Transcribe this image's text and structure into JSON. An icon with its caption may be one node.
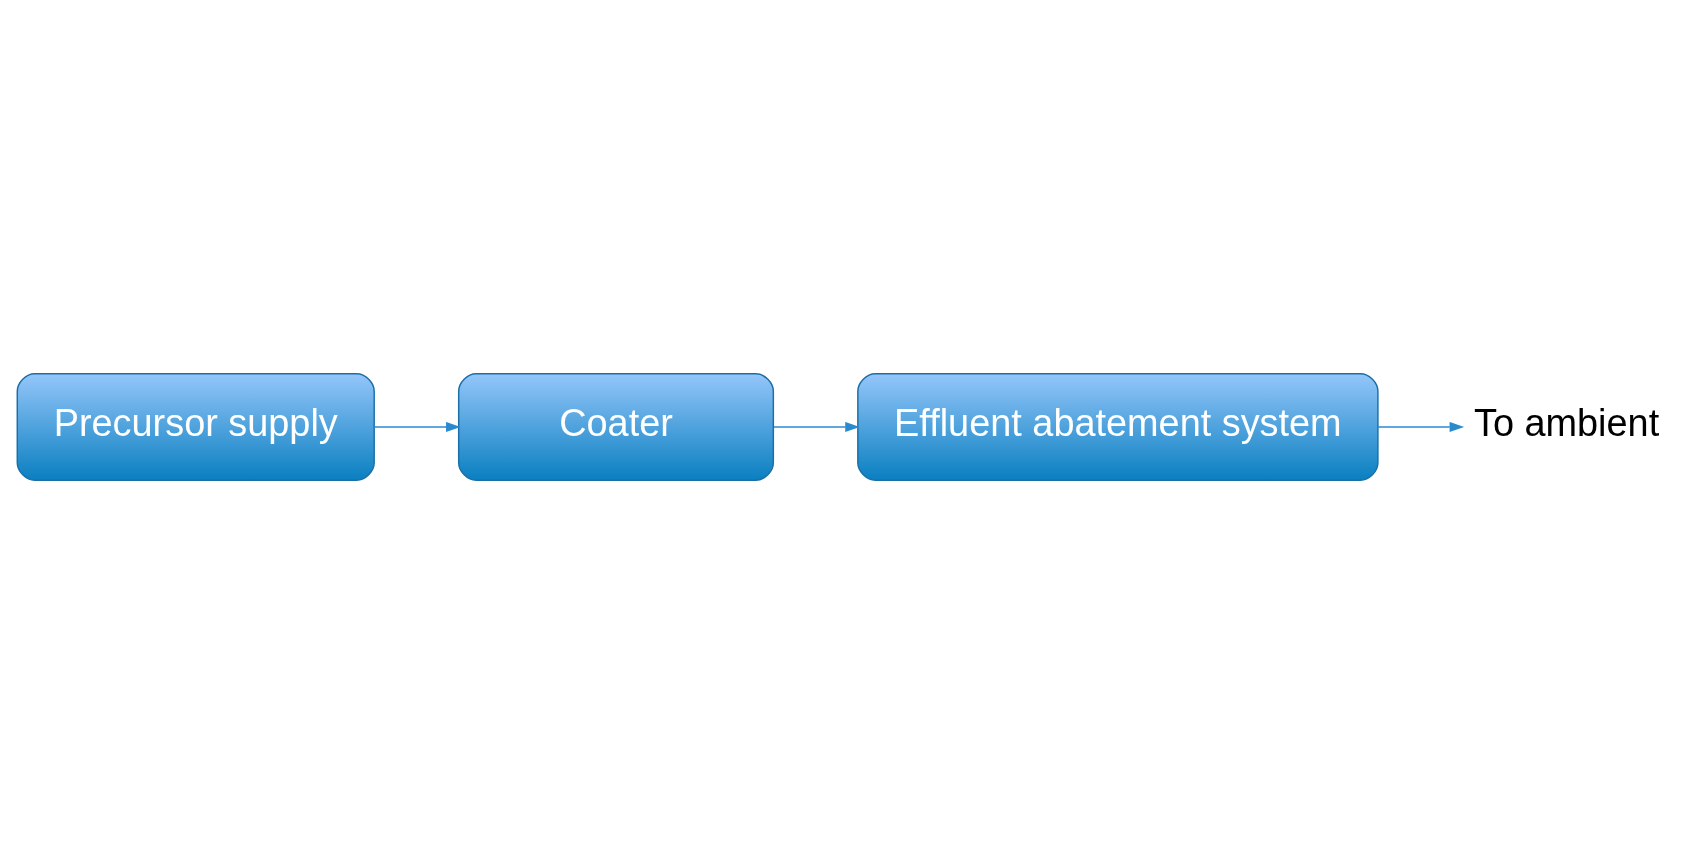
{
  "diagram": {
    "nodes": [
      {
        "text": [
          "Precursor supply"
        ]
      },
      {
        "text": [
          "Coater"
        ]
      },
      {
        "text": [
          "Effluent abatement system"
        ]
      },
      {
        "text": [
          "To ambient"
        ]
      }
    ],
    "edges": [
      {
        "from": 0,
        "to": 1,
        "arrow": "to"
      },
      {
        "from": 1,
        "to": 2,
        "arrow": "to"
      },
      {
        "from": 2,
        "to": 3,
        "arrow": "to"
      }
    ]
  }
}
